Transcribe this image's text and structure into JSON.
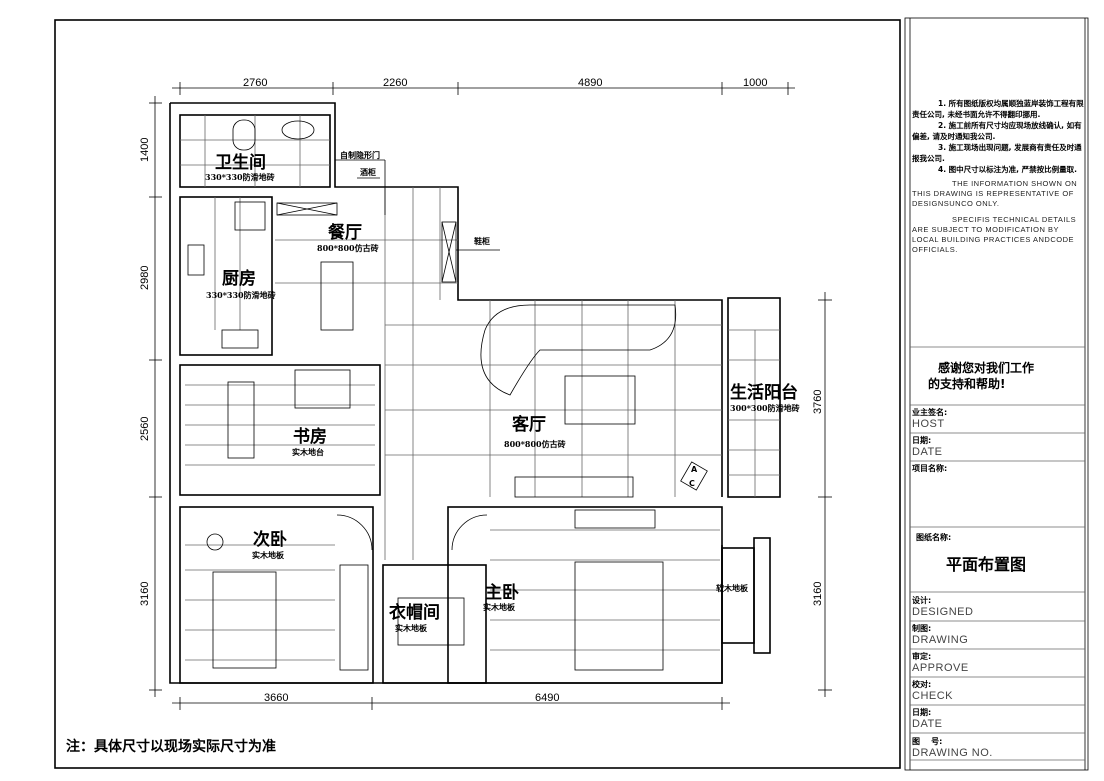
{
  "dimensions": {
    "top": [
      "2760",
      "2260",
      "4890",
      "1000"
    ],
    "left": [
      "1400",
      "2980",
      "2560",
      "3160"
    ],
    "right": [
      "3760",
      "3160"
    ],
    "bottom": [
      "3660",
      "6490"
    ]
  },
  "rooms": {
    "bathroom": {
      "name": "卫生间",
      "floor": "330*330防滑地砖"
    },
    "kitchen": {
      "name": "厨房",
      "floor": "330*330防滑地砖"
    },
    "dining": {
      "name": "餐厅",
      "floor": "800*800仿古砖"
    },
    "study": {
      "name": "书房",
      "floor": "实木地台"
    },
    "living": {
      "name": "客厅",
      "floor": "800*800仿古砖"
    },
    "balcony": {
      "name": "生活阳台",
      "floor": "300*300防滑地砖"
    },
    "second_bedroom": {
      "name": "次卧",
      "floor": "实木地板"
    },
    "cloakroom": {
      "name": "衣帽间",
      "floor": "实木地板"
    },
    "master_bedroom": {
      "name": "主卧",
      "floor": "实木地板"
    },
    "bay": {
      "floor": "软木地板"
    }
  },
  "annotations": {
    "hidden_door": "自制隐形门",
    "wine_cabinet": "酒柜",
    "shoe_cabinet": "鞋柜",
    "ac": [
      "A",
      "C"
    ]
  },
  "note": "注：具体尺寸以现场实际尺寸为准",
  "title_block": {
    "notes_cn": [
      "1. 所有图纸版权均属顺独蓝岸装饰工程有限责任公司, 未经书面允许不得翻印挪用.",
      "2. 施工前所有尺寸均应现场放线确认, 如有偏差, 请及时通知我公司.",
      "3. 施工现场出现问题, 发展商有责任及时通报我公司.",
      "4. 图中尺寸以标注为准, 严禁按比例量取."
    ],
    "notes_en": [
      "THE INFORMATION SHOWN ON THIS DRAWING IS REPRESENTATIVE OF DESIGNSUNCO ONLY.",
      "SPECIFIS TECHNICAL DETAILS ARE SUBJECT TO MODIFICATION BY LOCAL BUILDING PRACTICES ANDCODE OFFICIALS."
    ],
    "thanks": [
      "感谢您对我们工作",
      "的支持和帮助!"
    ],
    "host_label": "业主签名:",
    "host_value": "HOST",
    "date_label": "日期:",
    "date_value": "DATE",
    "project_label": "项目名称:",
    "drawing_name_label": "图纸名称:",
    "drawing_name": "平面布置图",
    "designed_label": "设计:",
    "designed_value": "DESIGNED",
    "drawing_label": "制图:",
    "drawing_value": "DRAWING",
    "approve_label": "审定:",
    "approve_value": "APPROVE",
    "check_label": "校对:",
    "check_value": "CHECK",
    "date2_label": "日期:",
    "date2_value": "DATE",
    "drawing_no_label": "图    号:",
    "drawing_no_value": "DRAWING NO."
  }
}
